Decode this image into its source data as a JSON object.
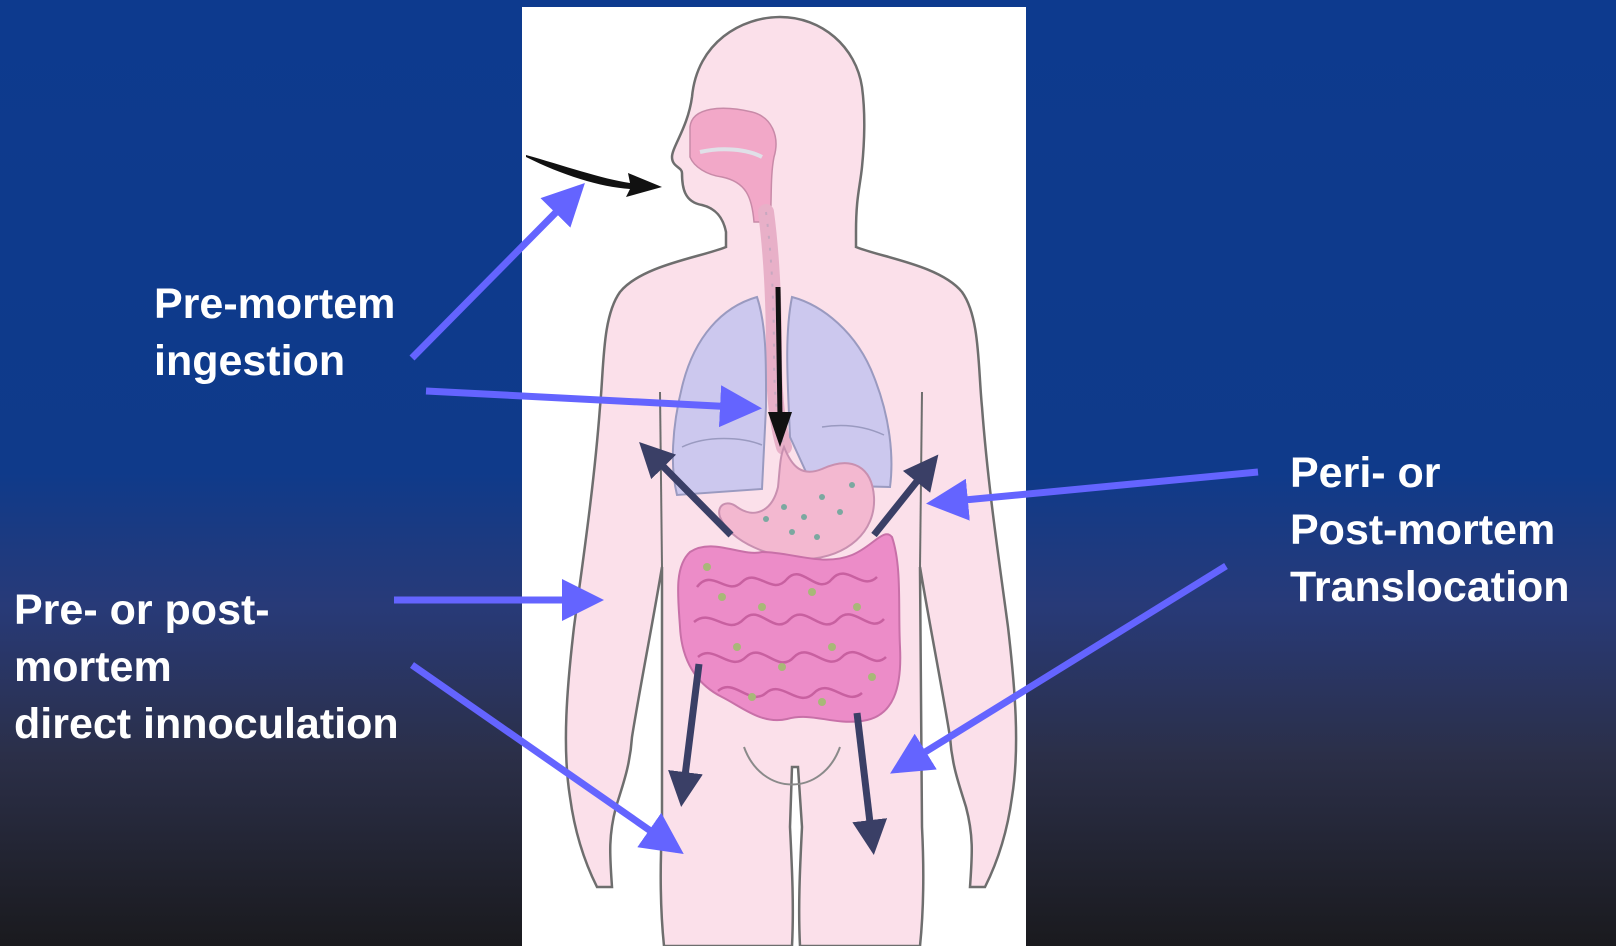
{
  "labels": {
    "pre_mortem_ingestion": [
      "Pre-mortem",
      "ingestion"
    ],
    "direct_innoculation": [
      "Pre- or post-",
      "mortem",
      "direct innoculation"
    ],
    "translocation": [
      "Peri- or",
      "Post-mortem",
      "Translocation"
    ]
  },
  "colors": {
    "background_top": "#0d3a8e",
    "background_bottom": "#1a1a1e",
    "label_arrow": "#6464ff",
    "internal_arrow": "#3a3f66",
    "body_skin": "#fbe0ea",
    "lungs": "#ccc8ee",
    "intestines": "#ec8cc8"
  },
  "icons": [
    "human-body-figure",
    "lungs-icon",
    "stomach-icon",
    "intestines-icon",
    "esophagus-icon",
    "mouth-entry-arrow-icon"
  ]
}
